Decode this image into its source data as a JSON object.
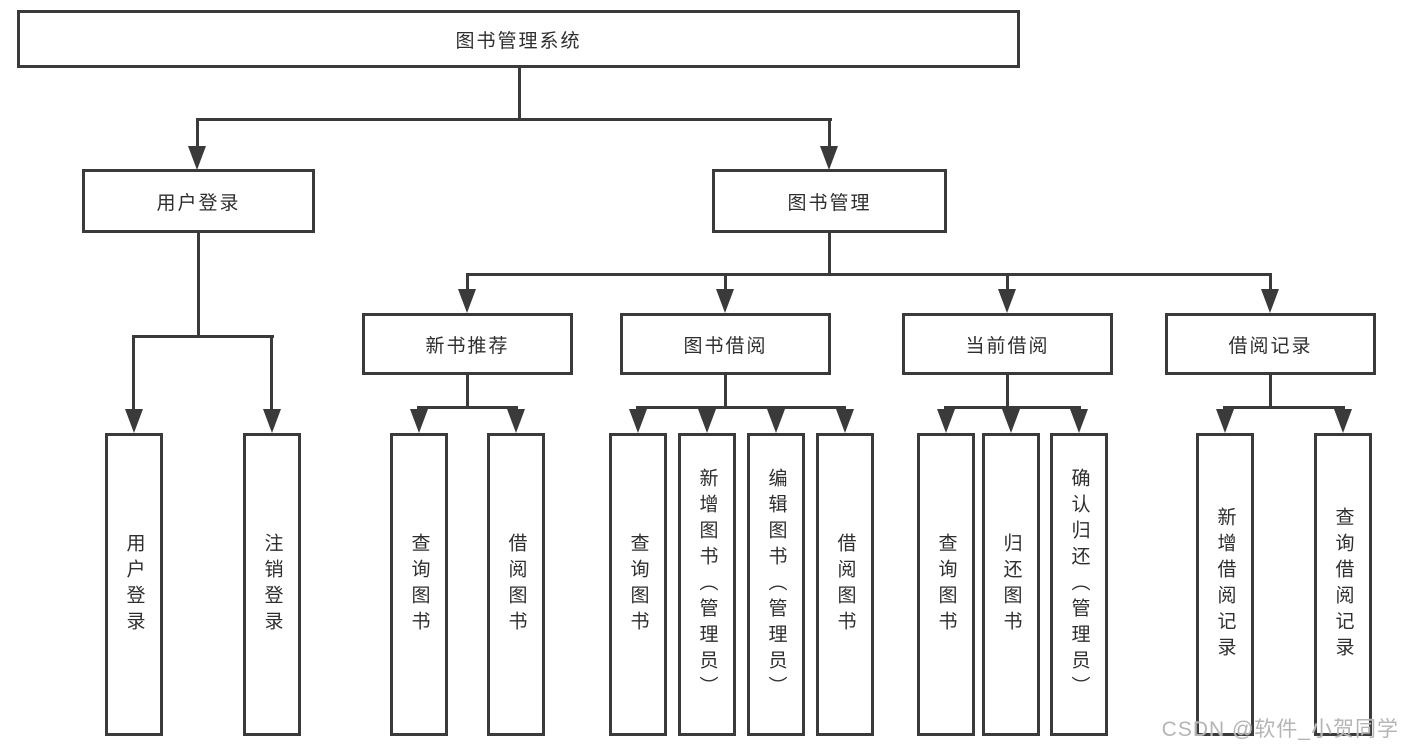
{
  "diagram": {
    "root": {
      "label": "图书管理系统"
    },
    "level2": [
      "用户登录",
      "图书管理"
    ],
    "level3": [
      "新书推荐",
      "图书借阅",
      "当前借阅",
      "借阅记录"
    ],
    "leaves": {
      "user_login": [
        "用户登录",
        "注销登录"
      ],
      "new_book_recommend": [
        "查询图书",
        "借阅图书"
      ],
      "book_borrowing": [
        "查询图书",
        "新增图书（管理员）",
        "编辑图书（管理员）",
        "借阅图书"
      ],
      "current_borrowing": [
        "查询图书",
        "归还图书",
        "确认归还（管理员）"
      ],
      "borrowing_records": [
        "新增借阅记录",
        "查询借阅记录"
      ]
    }
  },
  "watermark": {
    "text": "CSDN @软件_小贺同学"
  },
  "colors": {
    "line": "#3a3a3a",
    "text": "#2e2e2e",
    "watermark": "#b5b5b5",
    "background": "#ffffff"
  }
}
